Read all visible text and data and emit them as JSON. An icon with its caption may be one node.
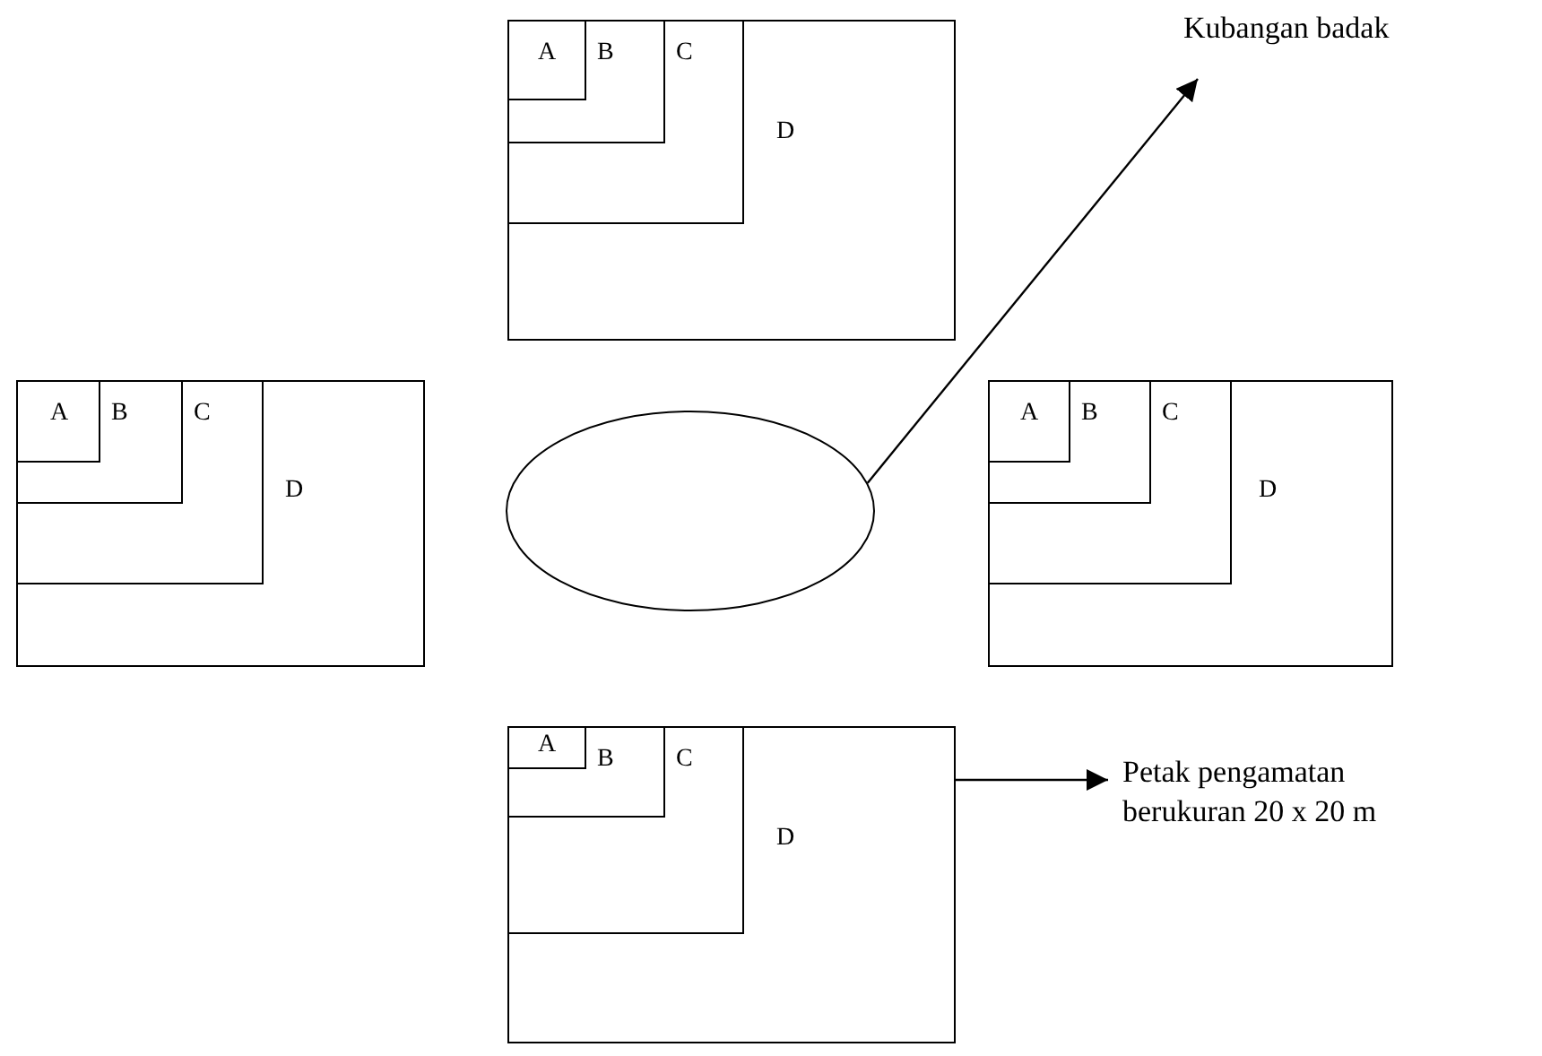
{
  "diagram": {
    "nodes": [
      {
        "text": [
          "D"
        ]
      },
      {
        "text": [
          "C"
        ],
        "in": 0
      },
      {
        "text": [
          "B"
        ],
        "in": 1
      },
      {
        "text": [
          "A"
        ],
        "in": 2
      },
      {
        "text": [
          "Kubangan badak"
        ]
      },
      {
        "text": [
          "D"
        ]
      },
      {
        "text": [
          "C"
        ],
        "in": 5
      },
      {
        "text": [
          "B"
        ],
        "in": 6
      },
      {
        "text": [
          "A"
        ],
        "in": 7
      },
      {
        "text": [],
        "shape": "circle"
      },
      {
        "text": [
          "D"
        ]
      },
      {
        "text": [
          "C"
        ],
        "in": 10
      },
      {
        "text": [
          "B"
        ],
        "in": 11
      },
      {
        "text": [
          "A"
        ],
        "in": 12
      },
      {
        "text": [
          "D"
        ]
      },
      {
        "text": [
          "C"
        ],
        "in": 14
      },
      {
        "text": [
          "B"
        ],
        "in": 15
      },
      {
        "text": [
          "A"
        ],
        "in": 16
      },
      {
        "text": [
          "Petak pengamatan berukuran 20 x 20 m"
        ]
      }
    ],
    "edges": [
      {
        "from": 9,
        "to": 4,
        "arrow": "to"
      },
      {
        "from": 14,
        "to": 18,
        "arrow": "to"
      }
    ]
  }
}
